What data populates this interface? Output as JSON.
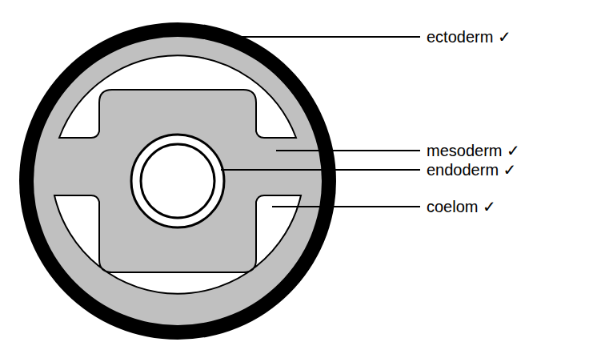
{
  "diagram": {
    "labels": [
      "ectoderm ✓",
      "mesoderm ✓",
      "endoderm ✓",
      "coelom ✓"
    ]
  }
}
